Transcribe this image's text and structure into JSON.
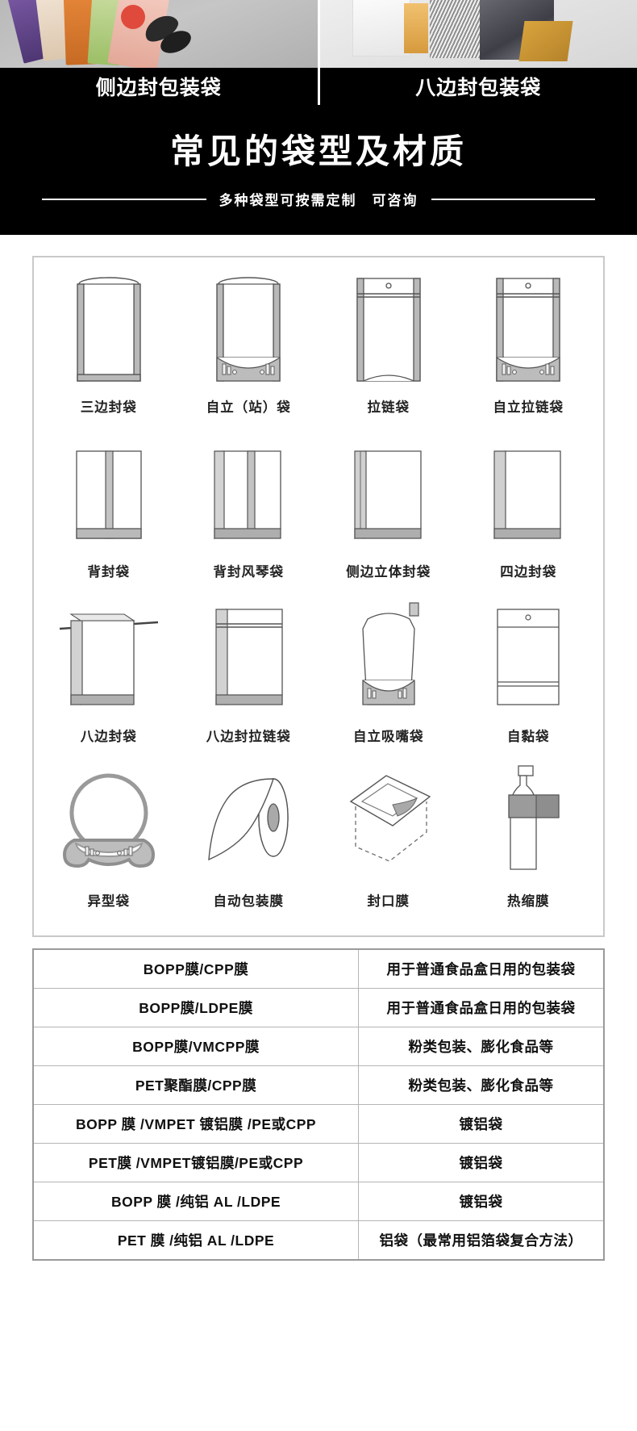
{
  "photo_strip": {
    "cells": [
      {
        "caption": "侧边封包装袋",
        "icon": "side-seal-bags-photo"
      },
      {
        "caption": "八边封包装袋",
        "icon": "eight-side-seal-bags-photo"
      }
    ]
  },
  "hero": {
    "title": "常见的袋型及材质",
    "subtitle": "多种袋型可按需定制　可咨询",
    "background": "#000000",
    "text_color": "#ffffff"
  },
  "bag_grid": {
    "rows": [
      [
        {
          "label": "三边封袋",
          "icon": "three-side-seal-bag-icon"
        },
        {
          "label": "自立（站）袋",
          "icon": "stand-up-pouch-icon"
        },
        {
          "label": "拉链袋",
          "icon": "zipper-bag-icon"
        },
        {
          "label": "自立拉链袋",
          "icon": "stand-up-zipper-bag-icon"
        }
      ],
      [
        {
          "label": "背封袋",
          "icon": "back-seal-bag-icon"
        },
        {
          "label": "背封风琴袋",
          "icon": "back-seal-gusset-bag-icon"
        },
        {
          "label": "侧边立体封袋",
          "icon": "side-gusset-bag-icon"
        },
        {
          "label": "四边封袋",
          "icon": "four-side-seal-bag-icon"
        }
      ],
      [
        {
          "label": "八边封袋",
          "icon": "eight-side-seal-bag-icon"
        },
        {
          "label": "八边封拉链袋",
          "icon": "eight-side-seal-zipper-bag-icon"
        },
        {
          "label": "自立吸嘴袋",
          "icon": "spouted-pouch-icon"
        },
        {
          "label": "自黏袋",
          "icon": "self-adhesive-bag-icon"
        }
      ],
      [
        {
          "label": "异型袋",
          "icon": "shaped-pouch-icon"
        },
        {
          "label": "自动包装膜",
          "icon": "auto-packaging-film-icon"
        },
        {
          "label": "封口膜",
          "icon": "sealing-film-icon"
        },
        {
          "label": "热缩膜",
          "icon": "shrink-film-icon"
        }
      ]
    ]
  },
  "materials_table": {
    "rows": [
      {
        "material": "BOPP膜/CPP膜",
        "usage": "用于普通食品盒日用的包装袋"
      },
      {
        "material": "BOPP膜/LDPE膜",
        "usage": "用于普通食品盒日用的包装袋"
      },
      {
        "material": "BOPP膜/VMCPP膜",
        "usage": "粉类包装、膨化食品等"
      },
      {
        "material": "PET聚酯膜/CPP膜",
        "usage": "粉类包装、膨化食品等"
      },
      {
        "material": "BOPP 膜 /VMPET 镀铝膜 /PE或CPP",
        "usage": "镀铝袋"
      },
      {
        "material": "PET膜 /VMPET镀铝膜/PE或CPP",
        "usage": "镀铝袋"
      },
      {
        "material": "BOPP 膜 /纯铝 AL /LDPE",
        "usage": "镀铝袋"
      },
      {
        "material": "PET 膜 /纯铝 AL /LDPE",
        "usage": "铝袋（最常用铝箔袋复合方法）"
      }
    ]
  }
}
